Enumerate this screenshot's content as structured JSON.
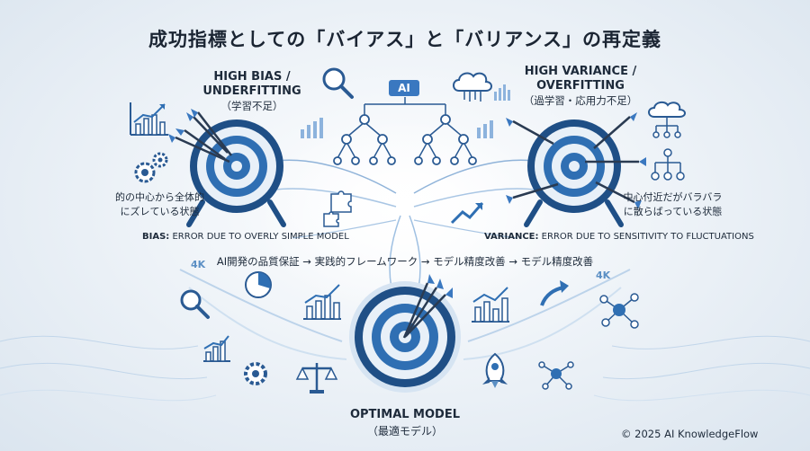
{
  "title": "成功指標としての「バイアス」と「バリアンス」の再定義",
  "left": {
    "heading_line1": "HIGH BIAS /",
    "heading_line2": "UNDERFITTING",
    "heading_sub": "（学習不足）",
    "note_line1": "的の中心から全体的",
    "note_line2": "にズレている状態",
    "caption_bold": "BIAS:",
    "caption_rest": " ERROR DUE TO OVERLY SIMPLE MODEL"
  },
  "right": {
    "heading_line1": "HIGH VARIANCE /",
    "heading_line2": "OVERFITTING",
    "heading_sub": "（過学習・応用力不足）",
    "note_line1": "中心付近だがバラバラ",
    "note_line2": "に散らばっている状態",
    "caption_bold": "VARIANCE:",
    "caption_rest": " ERROR DUE TO SENSITIVITY TO FLUCTUATIONS"
  },
  "center": {
    "ai_badge": "AI",
    "flow": "AI開発の品質保証 → 実践的フレームワーク → モデル精度改善 → モデル精度改善",
    "badge_left": "4K",
    "badge_right": "4K"
  },
  "optimal": {
    "heading": "OPTIMAL MODEL",
    "sub": "（最適モデル）"
  },
  "footer": {
    "copyright": "© 2025 AI KnowledgeFlow"
  },
  "colors": {
    "accent": "#2f6fb3",
    "dark_blue": "#1f4f86",
    "light_ring": "#e8f0f8",
    "wood": "#2a5a93"
  }
}
